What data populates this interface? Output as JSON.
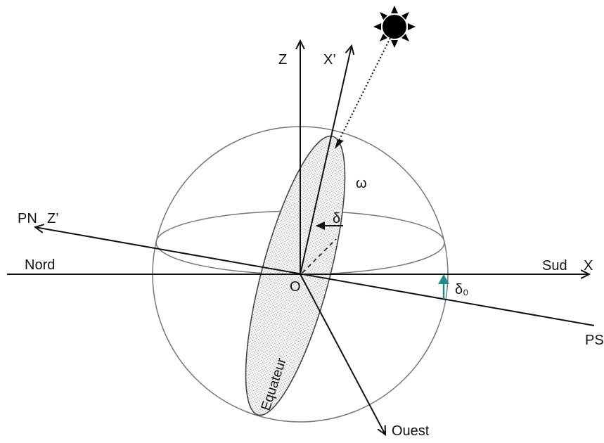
{
  "labels": {
    "z": "Z",
    "x_prime": "X’",
    "pn": "PN",
    "z_prime": "Z’",
    "nord": "Nord",
    "sud": "Sud",
    "x": "X",
    "origin": "O",
    "ps": "PS",
    "ouest": "Ouest",
    "equateur": "Equateur",
    "omega": "ω",
    "delta": "δ",
    "delta_zero": "δ₀"
  },
  "colors": {
    "stroke": "#111111",
    "sphere": "#777777",
    "shading": "#bdbdbd",
    "accent": "#1f8a8a"
  },
  "icons": {
    "sun": "sun-icon"
  }
}
